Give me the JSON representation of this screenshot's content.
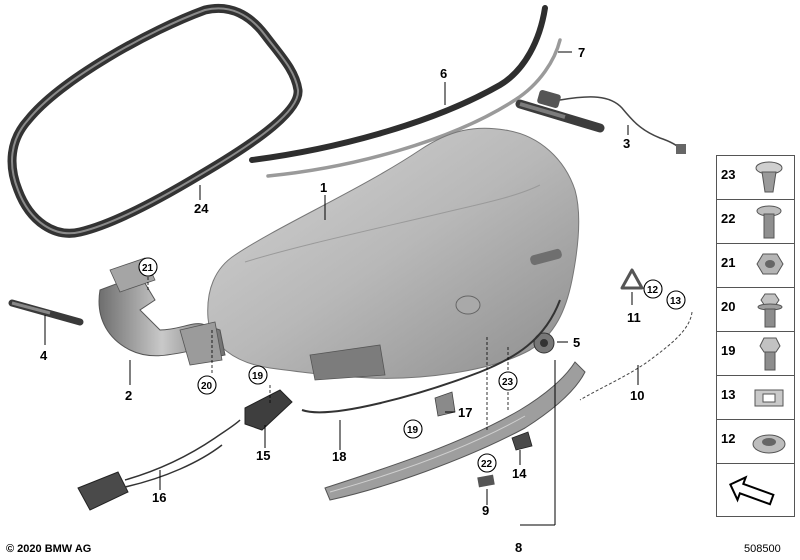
{
  "labels": {
    "l1": "1",
    "l2": "2",
    "l3": "3",
    "l4": "4",
    "l5": "5",
    "l6": "6",
    "l7": "7",
    "l8": "8",
    "l9": "9",
    "l10": "10",
    "l11": "11",
    "l14": "14",
    "l15": "15",
    "l16": "16",
    "l17": "17",
    "l18": "18",
    "l24": "24"
  },
  "circled": {
    "c12": "12",
    "c13": "13",
    "c19a": "19",
    "c19b": "19",
    "c20": "20",
    "c21": "21",
    "c22": "22",
    "c23": "23"
  },
  "legend": [
    {
      "label": "23",
      "icon": "push-clip-icon"
    },
    {
      "label": "22",
      "icon": "flange-screw-icon"
    },
    {
      "label": "21",
      "icon": "hex-nut-icon"
    },
    {
      "label": "20",
      "icon": "hex-bolt-washer-icon"
    },
    {
      "label": "19",
      "icon": "hex-bolt-icon"
    },
    {
      "label": "13",
      "icon": "clip-nut-icon"
    },
    {
      "label": "12",
      "icon": "grommet-icon"
    }
  ],
  "footer": {
    "copyright": "© 2020 BMW AG",
    "diagram_id": "508500"
  },
  "colors": {
    "lid": "#b3b3b3",
    "seal": "#444444",
    "part_grey": "#8e8e8e"
  }
}
